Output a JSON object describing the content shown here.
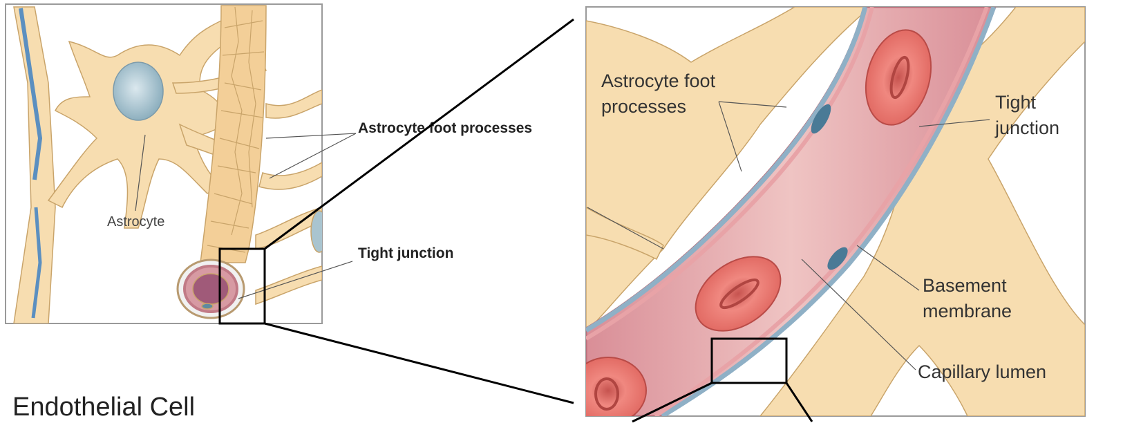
{
  "left_panel": {
    "labels": {
      "astrocyte_foot_processes": "Astrocyte foot processes",
      "astrocyte": "Astrocyte",
      "tight_junction": "Tight junction"
    }
  },
  "right_panel": {
    "labels": {
      "astrocyte_foot_line1": "Astrocyte foot",
      "astrocyte_foot_line2": "processes",
      "tight_line1": "Tight",
      "tight_line2": "junction",
      "basement_line1": "Basement",
      "basement_line2": "membrane",
      "capillary_lumen": "Capillary lumen"
    }
  },
  "caption": "Endothelial Cell",
  "colors": {
    "astrocyte": "#f7ddb0",
    "astrocyte_outline": "#c9a46a",
    "nucleus": "#a9c4cf",
    "vessel": "#e2a2a6",
    "membrane": "#8fb0c6",
    "rbc": "#e8736e"
  }
}
